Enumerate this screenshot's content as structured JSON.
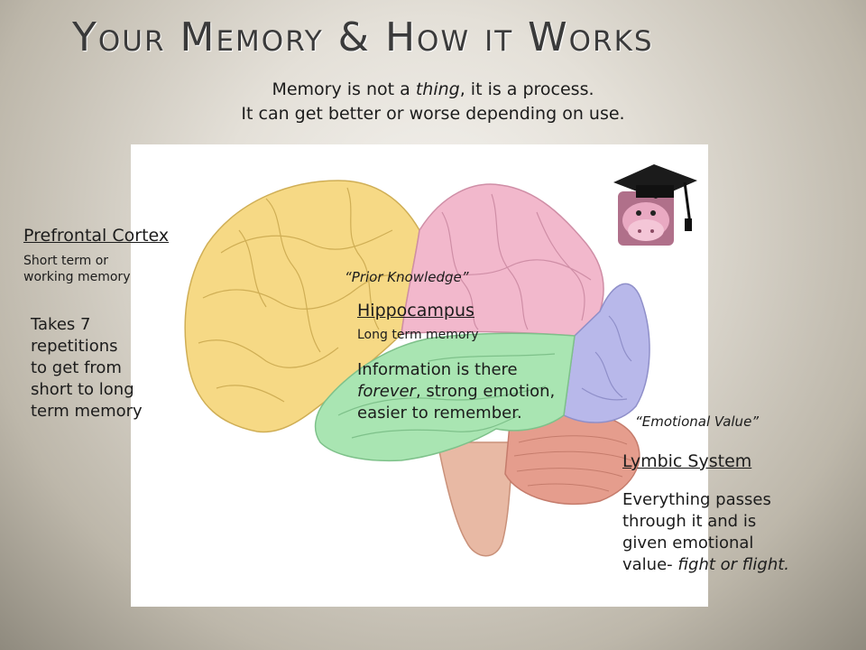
{
  "title": "Your Memory & How it Works",
  "subtitle": {
    "line1_pre": "Memory is not a ",
    "line1_em": "thing",
    "line1_post": ", it is a process.",
    "line2": "It can get better or worse depending on use."
  },
  "prefrontal": {
    "label": "Prefrontal Cortex",
    "desc_line1": "Short term or",
    "desc_line2": "working memory",
    "note_lines": [
      "Takes 7",
      "repetitions",
      "to get from",
      "short to long",
      "term memory"
    ]
  },
  "prior_knowledge": "“Prior Knowledge”",
  "hippocampus": {
    "label": "Hippocampus",
    "desc": "Long term memory",
    "note_pre": "Information is there ",
    "note_em": "forever",
    "note_post": ", strong emotion, easier to remember."
  },
  "emotional_value": "“Emotional Value”",
  "lymbic": {
    "label": "Lymbic System",
    "note_pre": "Everything passes through it and is given emotional value- ",
    "note_em": "fight or flight."
  },
  "colors": {
    "frontal": "#f6d985",
    "parietal": "#f2b8cc",
    "occipital": "#b8b8ea",
    "temporal": "#a9e5b2",
    "cerebellum": "#e59d8d",
    "stem": "#e8b9a4"
  }
}
